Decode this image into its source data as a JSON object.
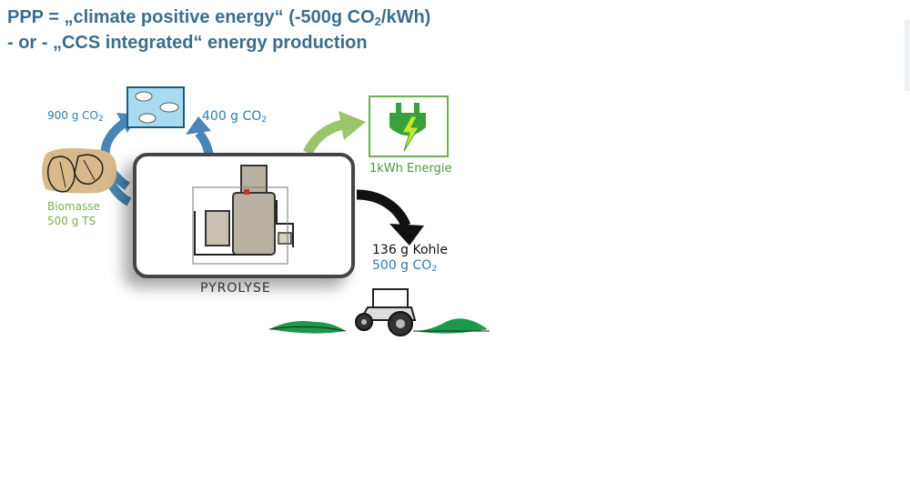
{
  "heading": {
    "line1_prefix": "PPP = „climate positive energy“ (-500g CO",
    "line1_sub": "2",
    "line1_suffix": "/kWh)",
    "line2": "- or - „CCS integrated“ energy production"
  },
  "diagram": {
    "cycle_left": {
      "prefix": "900 g CO",
      "sub": "2"
    },
    "cycle_right": {
      "prefix": "400 g CO",
      "sub": "2"
    },
    "biomass": {
      "line1": "Biomasse",
      "line2": "500 g TS"
    },
    "energy_label": "1kWh Energie",
    "coal": {
      "line1": "136 g Kohle",
      "line2_prefix": "500 g CO",
      "line2_sub": "2"
    },
    "process_label": "PYROLYSE",
    "colors": {
      "heading": "#3a6e8c",
      "co2_blue": "#2c7cb0",
      "biomass_green": "#7aae4c",
      "energy_green": "#5aa83a",
      "ground_green": "#1a9a4a"
    },
    "icons": [
      "sky-clouds-icon",
      "leaves-icon",
      "plug-bolt-icon",
      "pyrolysis-reactor-icon",
      "tractor-icon"
    ]
  }
}
